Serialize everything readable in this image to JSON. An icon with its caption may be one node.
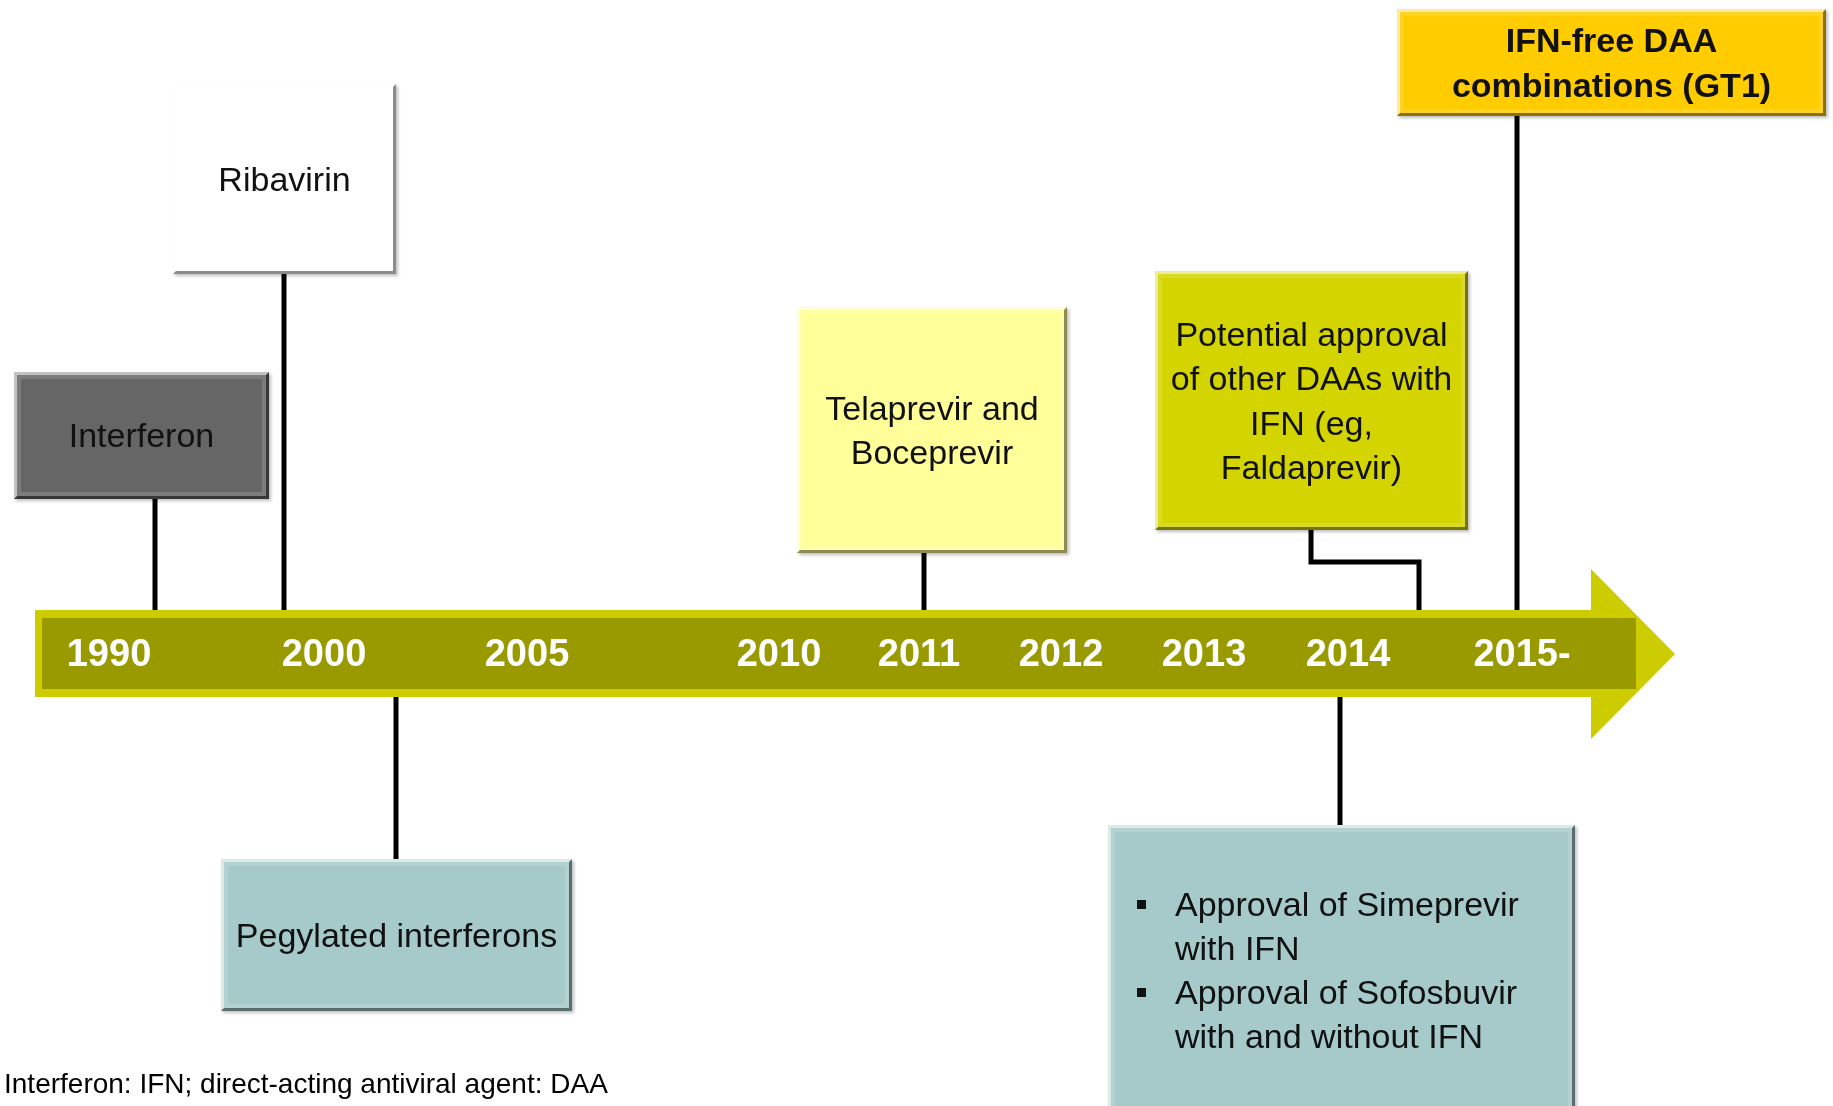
{
  "diagram": {
    "nodes": [
      {
        "text": [
          "Interferon"
        ]
      },
      {
        "text": [
          "Ribavirin"
        ]
      },
      {
        "text": [
          "Pegylated interferons"
        ]
      },
      {
        "text": [
          "Telaprevir and Boceprevir"
        ]
      },
      {
        "text": [
          "Potential approval of other DAAs with IFN (eg, Faldaprevir)"
        ]
      },
      {
        "text": [
          "Approval of Simeprevir with IFN",
          "Approval of Sofosbuvir with and without IFN"
        ]
      },
      {
        "text": [
          "IFN-free DAA combinations (GT1)"
        ]
      },
      {
        "text": [],
        "shape": "arrow"
      }
    ],
    "edges": [
      {
        "from": 0,
        "to": 7,
        "arrow": "none"
      },
      {
        "from": 1,
        "to": 7,
        "arrow": "none"
      },
      {
        "from": 7,
        "to": 2,
        "arrow": "none"
      },
      {
        "from": 3,
        "to": 7,
        "arrow": "none"
      },
      {
        "from": 4,
        "to": 7,
        "arrow": "none"
      },
      {
        "from": 7,
        "to": 5,
        "arrow": "none"
      },
      {
        "from": 6,
        "to": 7,
        "arrow": "none"
      }
    ],
    "labels": [
      "1990",
      "2000",
      "2005",
      "2010",
      "2011",
      "2012",
      "2013",
      "2014",
      "2015-",
      "Interferon: IFN; direct-acting antiviral agent: DAA"
    ]
  }
}
